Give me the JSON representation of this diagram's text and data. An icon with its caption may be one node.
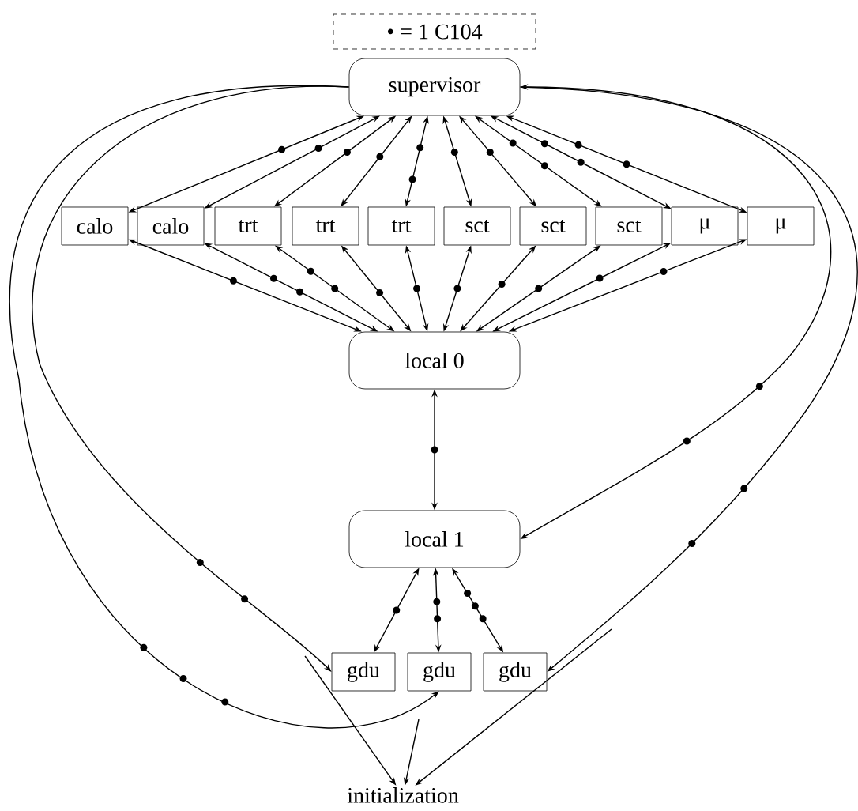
{
  "diagram": {
    "nodes": [
      {
        "text": [
          "• = 1 C104"
        ]
      },
      {
        "text": [
          "supervisor"
        ]
      },
      {
        "text": [
          "calo"
        ]
      },
      {
        "text": [
          "calo"
        ]
      },
      {
        "text": [
          "trt"
        ]
      },
      {
        "text": [
          "trt"
        ]
      },
      {
        "text": [
          "trt"
        ]
      },
      {
        "text": [
          "sct"
        ]
      },
      {
        "text": [
          "sct"
        ]
      },
      {
        "text": [
          "sct"
        ]
      },
      {
        "text": [
          "μ"
        ]
      },
      {
        "text": [
          "μ"
        ]
      },
      {
        "text": [
          "local 0"
        ]
      },
      {
        "text": [
          "local 1"
        ]
      },
      {
        "text": [
          "gdu"
        ]
      },
      {
        "text": [
          "gdu"
        ]
      },
      {
        "text": [
          "gdu"
        ]
      },
      {
        "text": [
          "initialization"
        ]
      }
    ],
    "edges": [
      {
        "from": 1,
        "to": 2,
        "arrow": "both"
      },
      {
        "from": 1,
        "to": 3,
        "arrow": "both"
      },
      {
        "from": 1,
        "to": 4,
        "arrow": "both"
      },
      {
        "from": 1,
        "to": 5,
        "arrow": "both"
      },
      {
        "from": 1,
        "to": 6,
        "arrow": "both"
      },
      {
        "from": 1,
        "to": 7,
        "arrow": "both"
      },
      {
        "from": 1,
        "to": 8,
        "arrow": "both"
      },
      {
        "from": 1,
        "to": 9,
        "arrow": "both"
      },
      {
        "from": 1,
        "to": 10,
        "arrow": "both"
      },
      {
        "from": 1,
        "to": 11,
        "arrow": "both"
      },
      {
        "from": 12,
        "to": 2,
        "arrow": "both"
      },
      {
        "from": 12,
        "to": 3,
        "arrow": "both"
      },
      {
        "from": 12,
        "to": 4,
        "arrow": "both"
      },
      {
        "from": 12,
        "to": 5,
        "arrow": "both"
      },
      {
        "from": 12,
        "to": 6,
        "arrow": "both"
      },
      {
        "from": 12,
        "to": 7,
        "arrow": "both"
      },
      {
        "from": 12,
        "to": 8,
        "arrow": "both"
      },
      {
        "from": 12,
        "to": 9,
        "arrow": "both"
      },
      {
        "from": 12,
        "to": 10,
        "arrow": "both"
      },
      {
        "from": 12,
        "to": 11,
        "arrow": "both"
      },
      {
        "from": 12,
        "to": 13,
        "arrow": "both"
      },
      {
        "from": 13,
        "to": 14,
        "arrow": "both"
      },
      {
        "from": 13,
        "to": 15,
        "arrow": "both"
      },
      {
        "from": 13,
        "to": 16,
        "arrow": "both"
      },
      {
        "from": 1,
        "to": 15,
        "arrow": "to"
      },
      {
        "from": 1,
        "to": 14,
        "arrow": "to"
      },
      {
        "from": 1,
        "to": 13,
        "arrow": "both"
      },
      {
        "from": 1,
        "to": 16,
        "arrow": "to"
      },
      {
        "from": null,
        "to": 17,
        "arrow": "to"
      },
      {
        "from": null,
        "to": 17,
        "arrow": "to"
      },
      {
        "from": null,
        "to": 17,
        "arrow": "to"
      }
    ]
  }
}
